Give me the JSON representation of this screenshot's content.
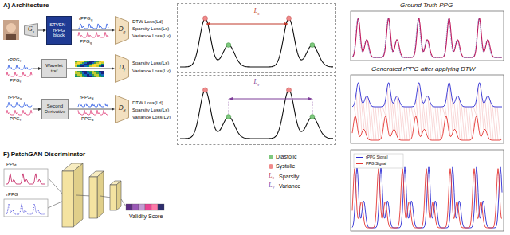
{
  "diagram": {
    "nodes": [
      {
        "text": [
          "G",
          "s"
        ]
      },
      {
        "text": [
          "STVEN -rPPG block"
        ]
      },
      {
        "text": [
          "D",
          "g"
        ]
      },
      {
        "text": [
          "Wavelet trsf"
        ]
      },
      {
        "text": [
          "D",
          "f"
        ]
      },
      {
        "text": [
          "Second Derivative"
        ]
      },
      {
        "text": [
          "D",
          "d"
        ]
      },
      {
        "text": [
          "L",
          "s"
        ]
      },
      {
        "text": [
          "L",
          "v"
        ]
      }
    ],
    "edges": [
      {
        "from": 0,
        "to": 1,
        "arrow": "to"
      },
      {
        "from": 1,
        "to": 2,
        "arrow": "to"
      },
      {
        "from": 3,
        "to": 4,
        "arrow": "to"
      },
      {
        "from": 5,
        "to": 6,
        "arrow": "to"
      }
    ],
    "labels": [
      "A) Architecture",
      "rPPG",
      "g",
      "PPG",
      "g",
      "DTW Loss(Ld)",
      "Sparsity Loss(Ls)",
      "Variance Loss(Lv)",
      "rPPG",
      "f",
      "PPG",
      "f",
      "Sparsity Loss(Ls)",
      "Variance Loss(Lv)",
      "rPPG",
      "g",
      "PPG",
      "f",
      "rPPG",
      "d",
      "PPG",
      "d",
      "DTW Loss(Ld)",
      "Sparsity Loss(Ls)",
      "Variance Loss(Lv)",
      "F) PatchGAN Discriminator",
      "PPG",
      "rPPG",
      "Validity Score",
      "Ground Truth PPG",
      "Generated rPPG after applying DTW",
      "L",
      "s",
      "L",
      "v"
    ],
    "legend": [
      {
        "text": "Diastolic",
        "color": "#7ec87e"
      },
      {
        "text": "Systolic",
        "color": "#f08a8a"
      },
      {
        "text": "Sparsity"
      },
      {
        "text": "Variance"
      },
      {
        "text": "rPPG Signal",
        "color": "#2d2dd4"
      },
      {
        "text": "PPG Signal",
        "color": "#e53935"
      }
    ]
  }
}
